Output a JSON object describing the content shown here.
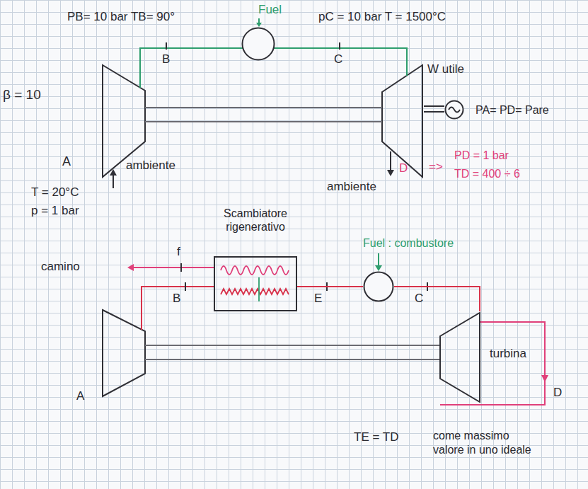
{
  "diagram": {
    "nodes": [
      {
        "text": [
          "Fuel"
        ]
      },
      {
        "text": [
          "W utile"
        ]
      },
      {
        "text": [
          "Scambiatore rigenerativo"
        ]
      },
      {
        "text": [
          "Fuel : combustore"
        ]
      },
      {
        "text": [
          "turbina"
        ]
      }
    ],
    "edges": [
      {
        "from": 2,
        "to": 3,
        "arrow": "none"
      },
      {
        "from": 3,
        "to": 4,
        "arrow": "none"
      }
    ],
    "labels": [
      "PB= 10 bar TB= 90°",
      "pC = 10 bar T = 1500°C",
      "B",
      "C",
      "β = 10",
      "PA= PD= Pare",
      "A",
      "ambiente",
      "T = 20°C",
      "p = 1 bar",
      "ambiente",
      "D",
      "=>",
      "PD = 1 bar",
      "TD = 400 ÷ 6",
      "f",
      "camino",
      "B",
      "E",
      "C",
      "A",
      "D",
      "TE = TD",
      "come massimo valore in uno ideale"
    ]
  }
}
